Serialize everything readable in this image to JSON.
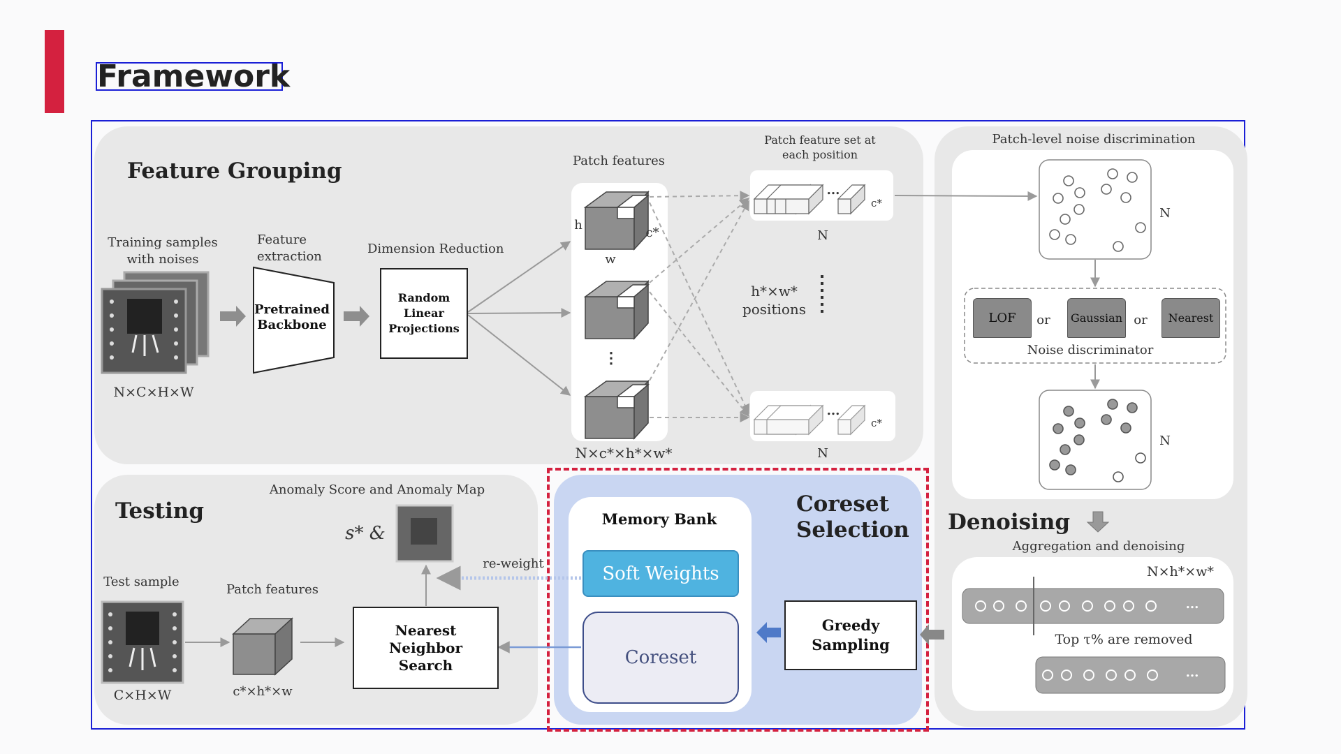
{
  "slide": {
    "title": "Framework",
    "accent_color": "#d4213f",
    "frame_color": "#1a1fd6"
  },
  "feature_grouping": {
    "heading": "Feature Grouping",
    "training_label": "Training samples with noises",
    "training_dims": "N×C×H×W",
    "feature_extraction": "Feature extraction",
    "backbone": "Pretrained Backbone",
    "dimension_reduction": "Dimension Reduction",
    "projections": "Random Linear Projections",
    "patch_features": "Patch features",
    "cube_h": "h",
    "cube_w": "w",
    "cube_c": "c*",
    "vdots": "⋮",
    "patch_dims": "N×c*×h*×w*",
    "feature_set": "Patch feature set at each position",
    "set_c": "c*",
    "set_n": "N",
    "positions": "h*×w* positions"
  },
  "noise_discrimination": {
    "heading": "Patch-level noise discrimination",
    "n_label": "N",
    "lof": "LOF",
    "or": "or",
    "gaussian": "Gaussian",
    "nearest": "Nearest",
    "discriminator": "Noise discriminator"
  },
  "denoising": {
    "heading": "Denoising",
    "aggregation": "Aggregation and denoising",
    "dims": "N×h*×w*",
    "dots": "...",
    "removed": "Top τ% are removed"
  },
  "coreset_selection": {
    "heading": "Coreset Selection",
    "memory_bank": "Memory Bank",
    "soft_weights": "Soft Weights",
    "coreset": "Coreset",
    "greedy": "Greedy Sampling",
    "dashed_border_color": "#d4213f",
    "panel_color": "#c9d6f2"
  },
  "testing": {
    "heading": "Testing",
    "anomaly": "Anomaly Score and Anomaly  Map",
    "score": "s* &",
    "reweight": "re-weight",
    "test_sample": "Test sample",
    "test_dims": "C×H×W",
    "patch_features": "Patch features",
    "patch_dims": "c*×h*×w",
    "nn_search": "Nearest Neighbor Search"
  }
}
